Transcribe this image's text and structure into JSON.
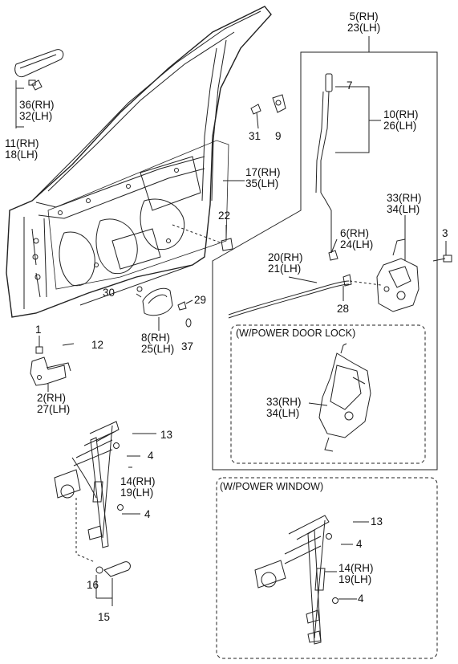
{
  "labels": {
    "p5_23": [
      "5(RH)",
      "23(LH)"
    ],
    "p7": [
      "7"
    ],
    "p10_26": [
      "10(RH)",
      "26(LH)"
    ],
    "p9": [
      "9"
    ],
    "p31": [
      "31"
    ],
    "p36_32": [
      "36(RH)",
      "32(LH)"
    ],
    "p11_18": [
      "11(RH)",
      "18(LH)"
    ],
    "p17_35": [
      "17(RH)",
      "35(LH)"
    ],
    "p22": [
      "22"
    ],
    "p33_34": [
      "33(RH)",
      "34(LH)"
    ],
    "p3": [
      "3"
    ],
    "p6_24": [
      "6(RH)",
      "24(LH)"
    ],
    "p20_21": [
      "20(RH)",
      "21(LH)"
    ],
    "p28": [
      "28"
    ],
    "p30": [
      "30"
    ],
    "p29": [
      "29"
    ],
    "p8_25": [
      "8(RH)",
      "25(LH)"
    ],
    "p37": [
      "37"
    ],
    "p1": [
      "1"
    ],
    "p12": [
      "12"
    ],
    "p2_27": [
      "2(RH)",
      "27(LH)"
    ],
    "p33_34b": [
      "33(RH)",
      "34(LH)"
    ],
    "p13": [
      "13"
    ],
    "p4a": [
      "4"
    ],
    "p14_19": [
      "14(RH)",
      "19(LH)"
    ],
    "p4b": [
      "4"
    ],
    "p16": [
      "16"
    ],
    "p15": [
      "15"
    ],
    "p13b": [
      "13"
    ],
    "p4c": [
      "4"
    ],
    "p14_19b": [
      "14(RH)",
      "19(LH)"
    ],
    "p4d": [
      "4"
    ]
  },
  "boxes": {
    "power_door_lock": "(W/POWER DOOR LOCK)",
    "power_window": "(W/POWER WINDOW)"
  }
}
